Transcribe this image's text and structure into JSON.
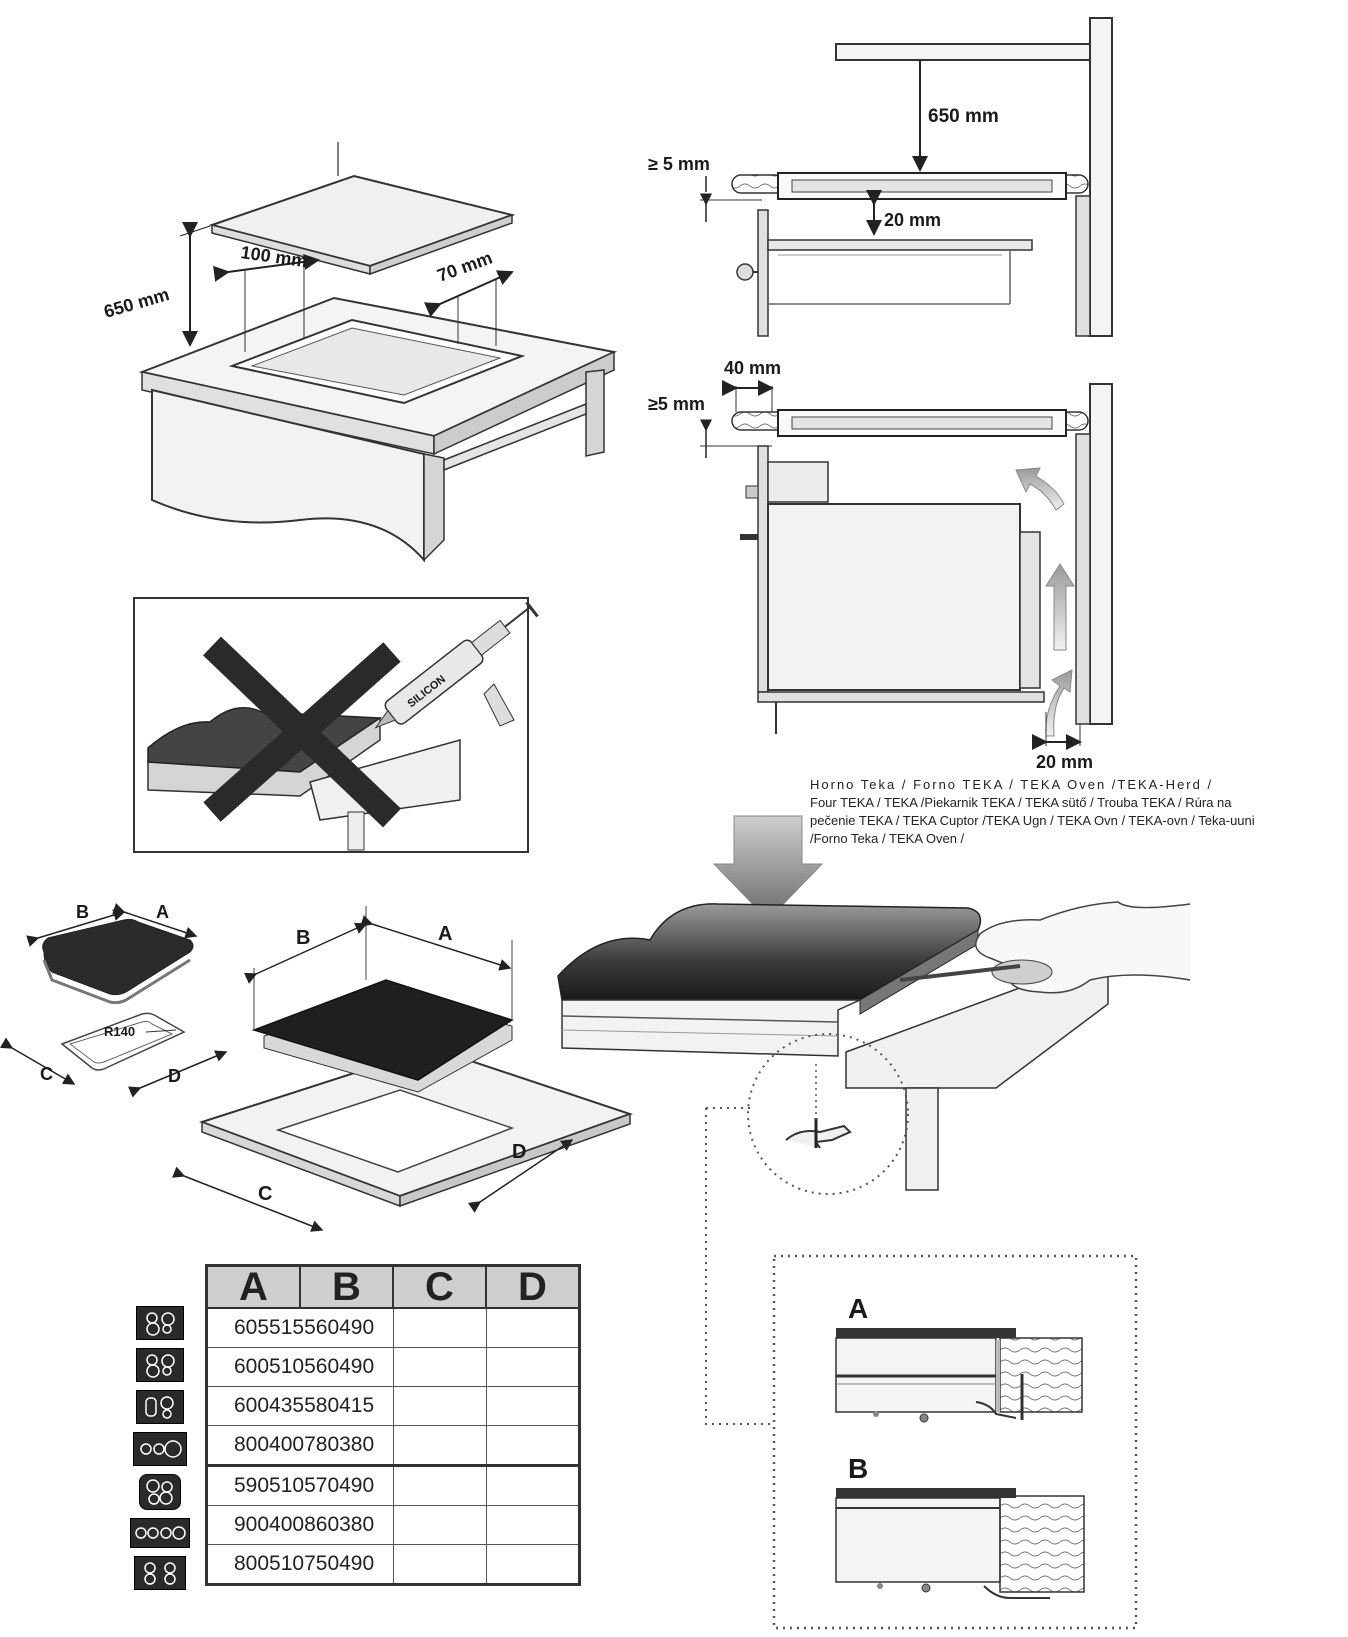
{
  "labels": {
    "height_650_left": "650 mm",
    "gap_100": "100 mm",
    "gap_70": "70 mm",
    "height_650_right": "650 mm",
    "ge5_top": "≥ 5 mm",
    "gap_20_top": "20 mm",
    "gap_40": "40 mm",
    "ge5_bottom": "≥5 mm",
    "gap_20_bottom": "20 mm",
    "silicon": "SILICON",
    "r140": "R140",
    "dim_a": "A",
    "dim_b": "B",
    "dim_c": "C",
    "dim_d": "D",
    "detail_a": "A",
    "detail_b": "B"
  },
  "oven_text": {
    "line1": "Horno Teka / Forno TEKA / TEKA Oven /TEKA-Herd /",
    "line2": "Four TEKA /  TEKA /Piekarnik TEKA / TEKA sütő / Trouba TEKA /  Rúra na",
    "line3": "pečenie TEKA / TEKA Cuptor /TEKA Ugn / TEKA Ovn / TEKA-ovn / Teka-uuni",
    "line4": "/Forno Teka / TEKA Oven /"
  },
  "table": {
    "headers": [
      "A",
      "B",
      "C",
      "D"
    ],
    "rows": [
      {
        "icon": "hob-4-zone-icon",
        "a": "605",
        "b": "515560490"
      },
      {
        "icon": "hob-4-zone-icon",
        "a": "600",
        "b": "510560490"
      },
      {
        "icon": "hob-4-zone-flex-icon",
        "a": "600",
        "b": "435580415"
      },
      {
        "icon": "hob-3-zone-wide-icon",
        "a": "800",
        "b": "400780380"
      },
      {
        "icon": "hob-4-zone-large-icon",
        "a": "590",
        "b": "510570490"
      },
      {
        "icon": "hob-4-zone-wide-icon",
        "a": "900",
        "b": "400860380"
      },
      {
        "icon": "hob-4-zone-icon",
        "a": "800",
        "b": "510750490"
      }
    ]
  }
}
